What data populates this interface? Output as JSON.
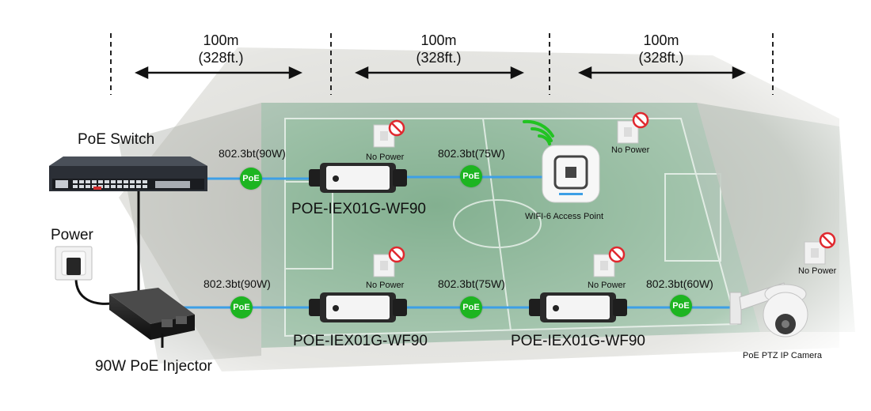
{
  "distances": [
    {
      "value": "100m",
      "unit_alt": "(328ft.)"
    },
    {
      "value": "100m",
      "unit_alt": "(328ft.)"
    },
    {
      "value": "100m",
      "unit_alt": "(328ft.)"
    }
  ],
  "devices": {
    "switch": "PoE Switch",
    "power": "Power",
    "injector": "90W PoE Injector",
    "access_point": "WIFI-6 Access Point",
    "camera": "PoE PTZ IP Camera"
  },
  "extenders": {
    "top": "POE-IEX01G-WF90",
    "bottom_1": "POE-IEX01G-WF90",
    "bottom_2": "POE-IEX01G-WF90"
  },
  "links": {
    "top_1": "802.3bt(90W)",
    "top_2": "802.3bt(75W)",
    "bottom_1": "802.3bt(90W)",
    "bottom_2": "802.3bt(75W)",
    "bottom_3": "802.3bt(60W)"
  },
  "badges": {
    "poe": "PoE"
  },
  "no_power": {
    "top_1": "No Power",
    "top_2": "No Power",
    "bottom_1": "No Power",
    "bottom_2": "No Power",
    "camera": "No Power"
  },
  "colors": {
    "cable": "#3d9fe6",
    "poe_badge": "#1db521",
    "wifi": "#22c322",
    "no_power_sign": "#e0282e"
  }
}
